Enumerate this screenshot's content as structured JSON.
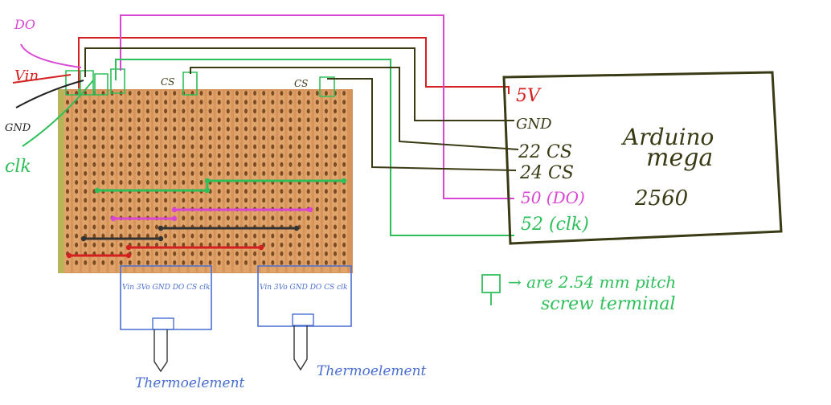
{
  "colors": {
    "red": "#d42020",
    "magenta": "#d946d3",
    "green": "#2fbf5a",
    "dark": "#3a3a14",
    "black": "#222222",
    "blue": "#4a6fd0",
    "olive": "#4a4a10",
    "board": "#d6935a",
    "board_edge": "#c98448"
  },
  "labels": {
    "vin": "Vin",
    "do": "DO",
    "gnd": "GND",
    "clk": "clk",
    "cs_a": "CS",
    "cs_b": "CS"
  },
  "arduino": {
    "title_line1": "Arduino",
    "title_line2": "mega",
    "title_line3": "2560",
    "pins": [
      "5V",
      "GND",
      "22 CS",
      "24 CS",
      "50 (DO)",
      "52 (clk)"
    ]
  },
  "modules": [
    {
      "pins": "Vin 3Vo GND DO CS clk",
      "probe_label": "Thermoelement"
    },
    {
      "pins": "Vin 3Vo GND DO CS clk",
      "probe_label": "Thermoelement"
    }
  ],
  "legend": {
    "line1": "→ are 2.54 mm pitch",
    "line2": "screw terminal"
  }
}
